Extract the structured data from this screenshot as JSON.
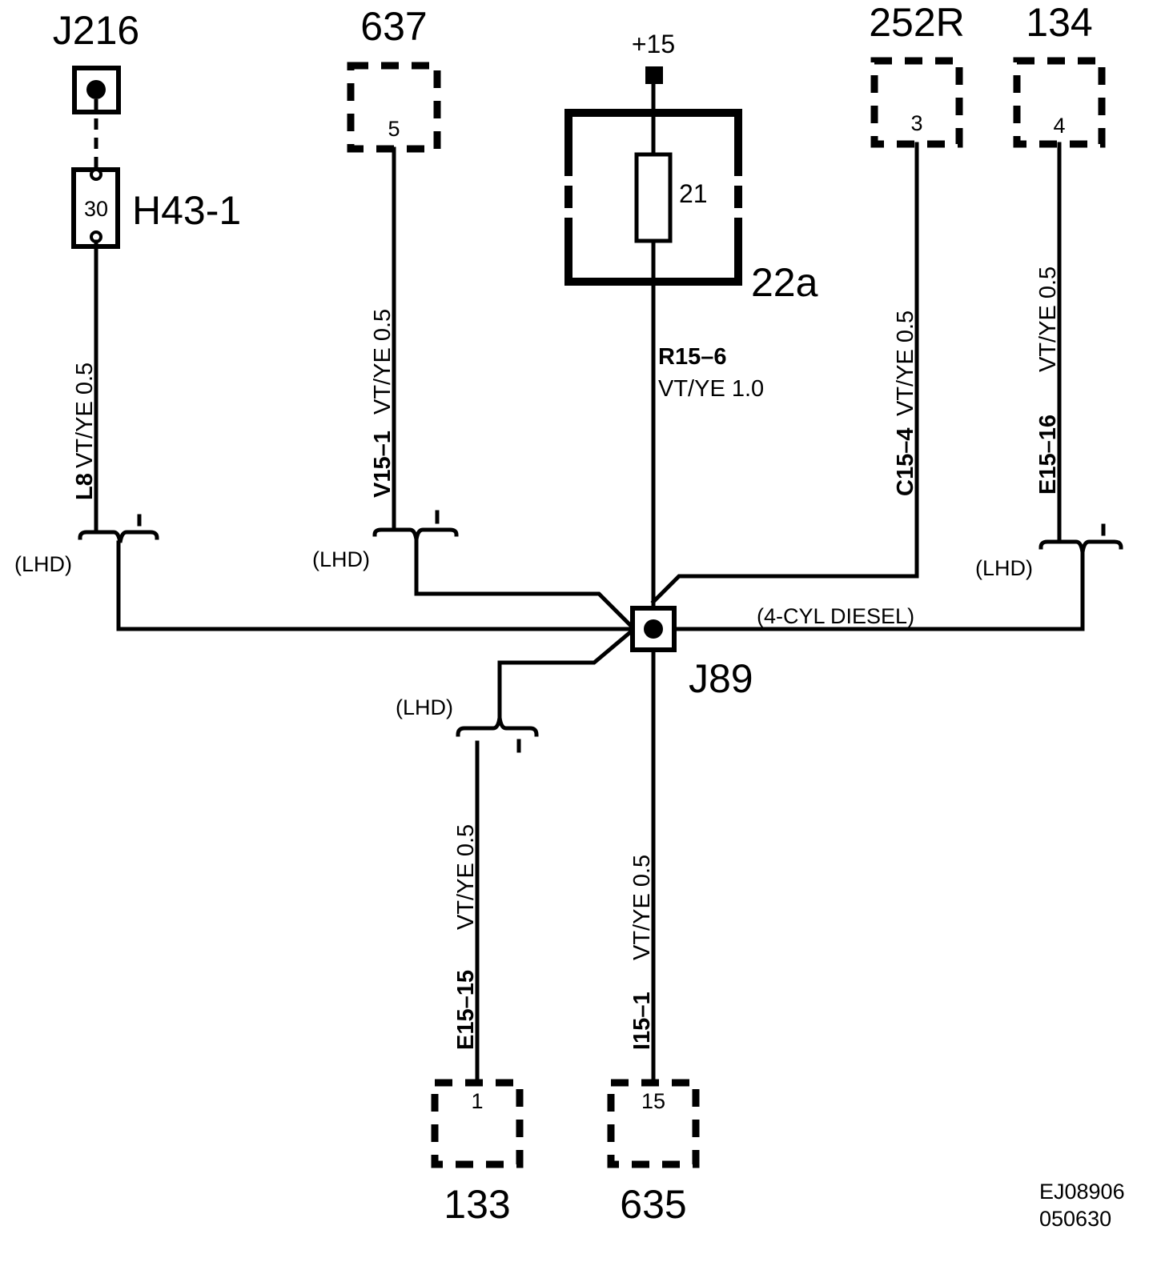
{
  "components": {
    "j216": "J216",
    "h43_1": "H43-1",
    "h43_pin": "30",
    "c637": "637",
    "c637_pin": "5",
    "supply": "+15",
    "fuse_pin": "21",
    "fusebox": "22a",
    "c252r": "252R",
    "c252r_pin": "3",
    "c134": "134",
    "c134_pin": "4",
    "j89": "J89",
    "c133": "133",
    "c133_pin": "1",
    "c635": "635",
    "c635_pin": "15"
  },
  "wires": {
    "l8_code": "L8",
    "l8_spec": "VT/YE  0.5",
    "v15_1_code": "V15–1",
    "v15_1_spec": "VT/YE  0.5",
    "r15_6_code": "R15–6",
    "r15_6_spec": "VT/YE   1.0",
    "c15_4_code": "C15–4",
    "c15_4_spec": "VT/YE  0.5",
    "e15_16_code": "E15–16",
    "e15_16_spec": "VT/YE  0.5",
    "e15_15_code": "E15–15",
    "e15_15_spec": "VT/YE  0.5",
    "i15_1_code": "I15–1",
    "i15_1_spec": "VT/YE  0.5"
  },
  "notes": {
    "lhd": "(LHD)",
    "diesel": "(4-CYL DIESEL)",
    "ref1": "EJ08906",
    "ref2": "050630"
  }
}
